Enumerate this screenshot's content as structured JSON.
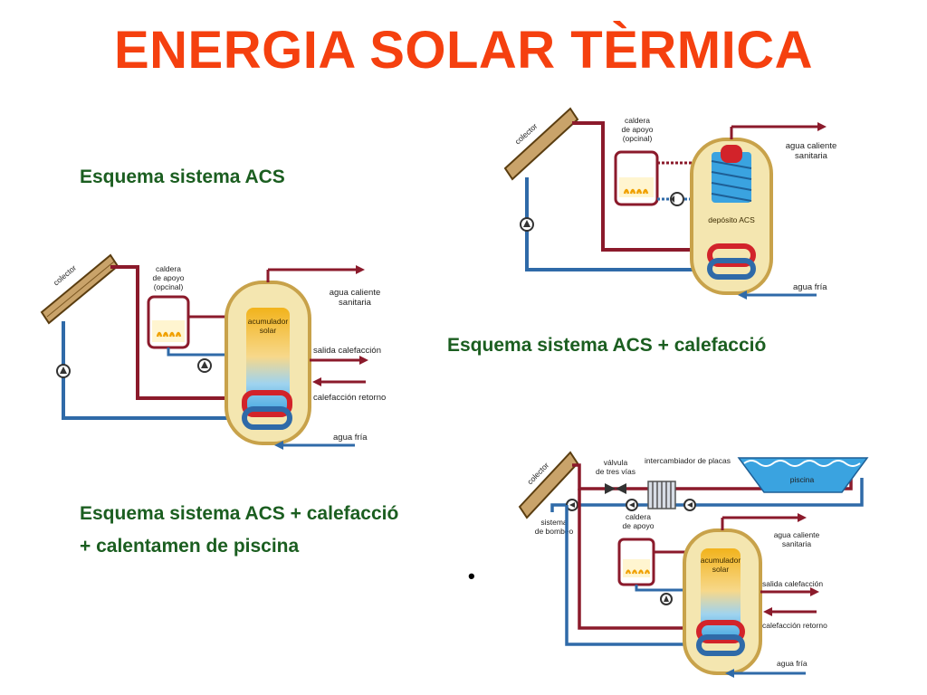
{
  "title": "ENERGIA SOLAR TÈRMICA",
  "captions": {
    "acs": "Esquema sistema ACS",
    "acs_calefaccio": "Esquema sistema ACS + calefacció",
    "piscina_line1": "Esquema sistema ACS + calefacció",
    "piscina_line2": "+ calentamen de piscina",
    "bullet": "•"
  },
  "diagram_acs_calefaccio": {
    "colector": "colector",
    "caldera_1": "caldera",
    "caldera_2": "de apoyo",
    "caldera_3": "(opcinal)",
    "agua_caliente_1": "agua caliente",
    "agua_caliente_2": "sanitaria",
    "tank": "acumulador",
    "tank_2": "solar",
    "salida_calefaccion": "salida calefacción",
    "calefaccion_retorno": "calefacción retorno",
    "agua_fria": "agua fría"
  },
  "diagram_acs": {
    "colector": "colector",
    "caldera_1": "caldera",
    "caldera_2": "de apoyo",
    "caldera_3": "(opcinal)",
    "agua_caliente_1": "agua caliente",
    "agua_caliente_2": "sanitaria",
    "deposito": "depósito ACS",
    "agua_fria": "agua fría"
  },
  "diagram_piscina": {
    "colector": "colector",
    "valvula_1": "válvula",
    "valvula_2": "de tres vías",
    "intercambiador": "intercambiador de placas",
    "piscina": "piscina",
    "sistema_1": "sistema",
    "sistema_2": "de bombeo",
    "caldera_1": "caldera",
    "caldera_2": "de apoyo",
    "agua_caliente_1": "agua caliente",
    "agua_caliente_2": "sanitaria",
    "tank": "acumulador",
    "tank_2": "solar",
    "salida_calefaccion": "salida calefacción",
    "calefaccion_retorno": "calefacción retorno",
    "agua_fria": "agua fría"
  },
  "colors": {
    "title": "#f5400f",
    "caption": "#1b5e20",
    "hot_pipe": "#8b1a2b",
    "cold_pipe": "#2f6aa8",
    "tank_outline": "#c8a24a"
  }
}
